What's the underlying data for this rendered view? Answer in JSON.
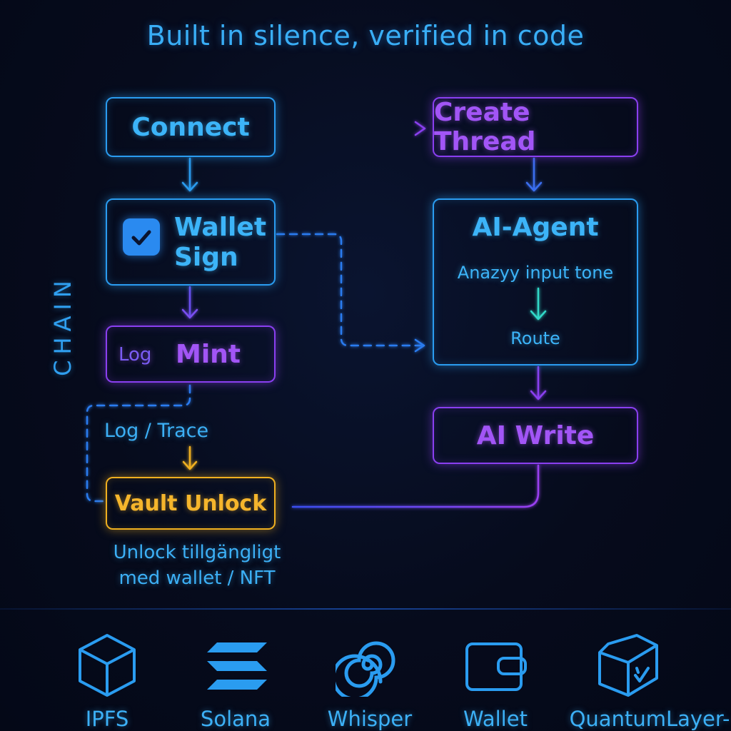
{
  "title": "Built in silence, verified in code",
  "side_label": "CHAIN",
  "nodes": {
    "connect": "Connect",
    "create_thread": "Create Thread",
    "wallet_sign_line1": "Wallet",
    "wallet_sign_line2": "Sign",
    "ai_agent_title": "AI-Agent",
    "ai_agent_input": "Anazyy input tone",
    "ai_agent_route": "Route",
    "log_prefix": "Log",
    "mint": "Mint",
    "ai_write": "AI Write",
    "vault_unlock": "Vault Unlock"
  },
  "annotations": {
    "log_trace": "Log / Trace",
    "unlock_line1": "Unlock tillgängligt",
    "unlock_line2": "med wallet / NFT"
  },
  "footer_icons": [
    {
      "label": "IPFS",
      "icon": "cube-icon"
    },
    {
      "label": "Solana",
      "icon": "solana-icon"
    },
    {
      "label": "Whisper",
      "icon": "spiral-icon"
    },
    {
      "label": "Wallet",
      "icon": "wallet-icon"
    },
    {
      "label": "QuantumLayer-",
      "icon": "quantum-cube-icon"
    }
  ],
  "colors": {
    "blue": "#2a9cf0",
    "purple": "#8a3ff0",
    "gold": "#f0b020",
    "background": "#060b1c"
  }
}
